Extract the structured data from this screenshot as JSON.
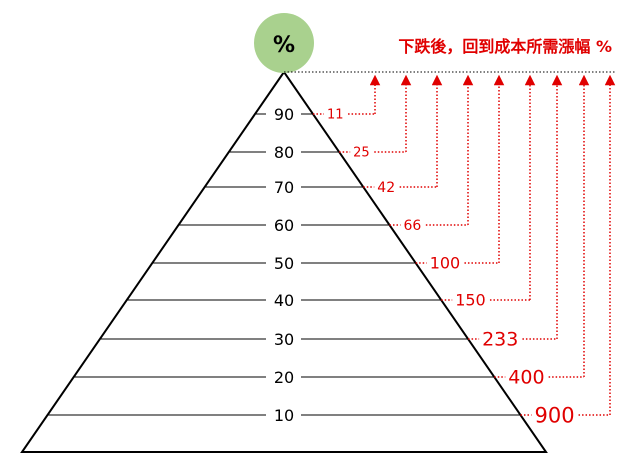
{
  "apex": {
    "symbol": "%",
    "circle_color": "#a9d18e"
  },
  "title": "下跌後，回到成本所需漲幅 %",
  "accent_color": "#e00000",
  "rows": [
    {
      "level": "90",
      "recovery": "11"
    },
    {
      "level": "80",
      "recovery": "25"
    },
    {
      "level": "70",
      "recovery": "42"
    },
    {
      "level": "60",
      "recovery": "66"
    },
    {
      "level": "50",
      "recovery": "100"
    },
    {
      "level": "40",
      "recovery": "150"
    },
    {
      "level": "30",
      "recovery": "233"
    },
    {
      "level": "20",
      "recovery": "400"
    },
    {
      "level": "10",
      "recovery": "900"
    }
  ]
}
